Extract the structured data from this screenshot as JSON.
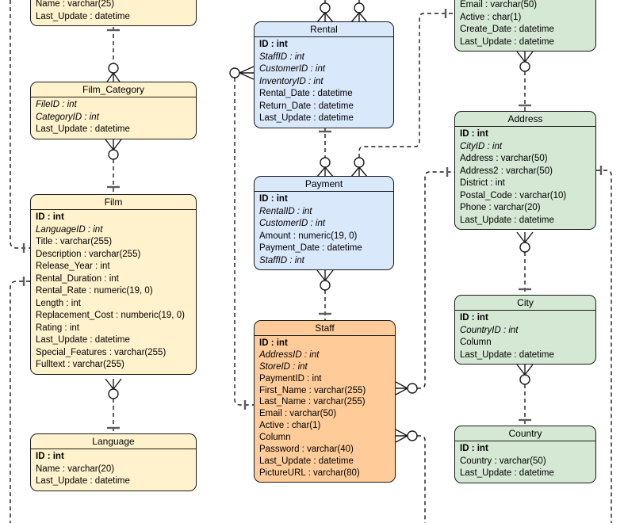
{
  "canvas": {
    "background": "#ffffff"
  },
  "colors": {
    "yellow_fill": "#FFF2CC",
    "blue_fill": "#DAE8FC",
    "orange_fill": "#FFCC99",
    "green_fill": "#D5E8D4",
    "stroke": "#1a1a1a",
    "cardinality_bar": "#5c5c5c"
  },
  "tables": {
    "partial_top_left": {
      "fill": "#FFF2CC",
      "fields": [
        {
          "text": "Name : varchar(25)"
        },
        {
          "text": "Last_Update : datetime"
        }
      ]
    },
    "film_category": {
      "title": "Film_Category",
      "fill": "#FFF2CC",
      "fields": [
        {
          "text": "FileID : int",
          "i": true
        },
        {
          "text": "CategoryID : int",
          "i": true
        },
        {
          "text": "Last_Update : datetime"
        }
      ]
    },
    "film": {
      "title": "Film",
      "fill": "#FFF2CC",
      "fields": [
        {
          "text": "ID : int",
          "b": true
        },
        {
          "text": "LanguageID : int",
          "i": true
        },
        {
          "text": "Title : varchar(255)"
        },
        {
          "text": "Description : varchar(255)"
        },
        {
          "text": "Release_Year : int"
        },
        {
          "text": "Rental_Duration : int"
        },
        {
          "text": "Rental_Rate : numeric(19, 0)"
        },
        {
          "text": "Length : int"
        },
        {
          "text": "Replacement_Cost : numberic(19, 0)"
        },
        {
          "text": "Rating : int"
        },
        {
          "text": "Last_Update : datetime"
        },
        {
          "text": "Special_Features : varchar(255)"
        },
        {
          "text": "Fulltext : varchar(255)"
        }
      ]
    },
    "language": {
      "title": "Language",
      "fill": "#FFF2CC",
      "fields": [
        {
          "text": "ID : int",
          "b": true
        },
        {
          "text": "Name : varchar(20)"
        },
        {
          "text": "Last_Update : datetime"
        }
      ]
    },
    "rental": {
      "title": "Rental",
      "fill": "#DAE8FC",
      "fields": [
        {
          "text": "ID : int",
          "b": true
        },
        {
          "text": "StaffID : int",
          "i": true
        },
        {
          "text": "CustomerID : int",
          "i": true
        },
        {
          "text": "InventoryID : int",
          "i": true
        },
        {
          "text": "Rental_Date : datetime"
        },
        {
          "text": "Return_Date : datetime"
        },
        {
          "text": "Last_Update : datetime"
        }
      ]
    },
    "payment": {
      "title": "Payment",
      "fill": "#DAE8FC",
      "fields": [
        {
          "text": "ID : int",
          "b": true
        },
        {
          "text": "RentalID : int",
          "i": true
        },
        {
          "text": "CustomerID : int",
          "i": true
        },
        {
          "text": "Amount : numeric(19, 0)"
        },
        {
          "text": "Payment_Date : datetime"
        },
        {
          "text": "StaffID : int",
          "i": true
        }
      ]
    },
    "staff": {
      "title": "Staff",
      "fill": "#FFCC99",
      "fields": [
        {
          "text": "ID : int",
          "b": true
        },
        {
          "text": "AddressID : int",
          "i": true
        },
        {
          "text": "StoreID : int",
          "i": true
        },
        {
          "text": "PaymentID : int"
        },
        {
          "text": "First_Name : varchar(255)"
        },
        {
          "text": "Last_Name : varchar(255)"
        },
        {
          "text": "Email : varchar(50)"
        },
        {
          "text": "Active : char(1)"
        },
        {
          "text": "Column"
        },
        {
          "text": "Password : varchar(40)"
        },
        {
          "text": "Last_Update : datetime"
        },
        {
          "text": "PictureURL : varchar(80)"
        }
      ]
    },
    "partial_top_right": {
      "fill": "#D5E8D4",
      "fields": [
        {
          "text": "Email : varchar(50)"
        },
        {
          "text": "Active : char(1)"
        },
        {
          "text": "Create_Date : datetime"
        },
        {
          "text": "Last_Update : datetime"
        }
      ]
    },
    "address": {
      "title": "Address",
      "fill": "#D5E8D4",
      "fields": [
        {
          "text": "ID : int",
          "b": true
        },
        {
          "text": "CityID : int",
          "i": true
        },
        {
          "text": "Address : varchar(50)"
        },
        {
          "text": "Address2 : varchar(50)"
        },
        {
          "text": "District : int"
        },
        {
          "text": "Postal_Code : varchar(10)"
        },
        {
          "text": "Phone : varchar(20)"
        },
        {
          "text": "Last_Update : datetime"
        }
      ]
    },
    "city": {
      "title": "City",
      "fill": "#D5E8D4",
      "fields": [
        {
          "text": "ID : int",
          "b": true
        },
        {
          "text": "CountryID : int",
          "i": true
        },
        {
          "text": "Column"
        },
        {
          "text": "Last_Update : datetime"
        }
      ]
    },
    "country": {
      "title": "Country",
      "fill": "#D5E8D4",
      "fields": [
        {
          "text": "ID : int",
          "b": true
        },
        {
          "text": "Country : varchar(50)"
        },
        {
          "text": "Last_Update : datetime"
        }
      ]
    }
  },
  "relationships": [
    {
      "from": "partial_top_left",
      "to": "film_category",
      "from_card": "one",
      "to_card": "zero-or-many"
    },
    {
      "from": "film_category",
      "to": "film",
      "from_card": "zero-or-many",
      "to_card": "one"
    },
    {
      "from": "film",
      "to": "language",
      "from_card": "zero-or-many",
      "to_card": "one"
    },
    {
      "from": "off-screen-top-left",
      "to": "film",
      "from_card": "unknown",
      "to_card": "one"
    },
    {
      "from": "film",
      "to": "off-screen-bottom-left",
      "from_card": "one",
      "to_card": "unknown"
    },
    {
      "from": "off-screen-top",
      "to": "rental",
      "from_card": "unknown",
      "to_card": "zero-or-many"
    },
    {
      "from": "off-screen-top",
      "to": "rental",
      "from_card": "unknown",
      "to_card": "zero-or-many"
    },
    {
      "from": "rental",
      "to": "staff",
      "from_card": "zero-or-many",
      "to_card": "one"
    },
    {
      "from": "rental",
      "to": "payment",
      "from_card": "one",
      "to_card": "zero-or-many"
    },
    {
      "from": "payment",
      "to": "partial_top_right",
      "from_card": "zero-or-many",
      "to_card": "one"
    },
    {
      "from": "payment",
      "to": "staff",
      "from_card": "zero-or-many",
      "to_card": "one"
    },
    {
      "from": "staff",
      "to": "address",
      "from_card": "zero-or-many",
      "to_card": "one"
    },
    {
      "from": "staff",
      "to": "off-screen-bottom",
      "from_card": "zero-or-many",
      "to_card": "unknown"
    },
    {
      "from": "partial_top_right",
      "to": "address",
      "from_card": "zero-or-many",
      "to_card": "one"
    },
    {
      "from": "address",
      "to": "city",
      "from_card": "zero-or-many",
      "to_card": "one"
    },
    {
      "from": "city",
      "to": "country",
      "from_card": "zero-or-many",
      "to_card": "one"
    },
    {
      "from": "address",
      "to": "off-screen-bottom-right",
      "from_card": "one",
      "to_card": "unknown"
    }
  ]
}
